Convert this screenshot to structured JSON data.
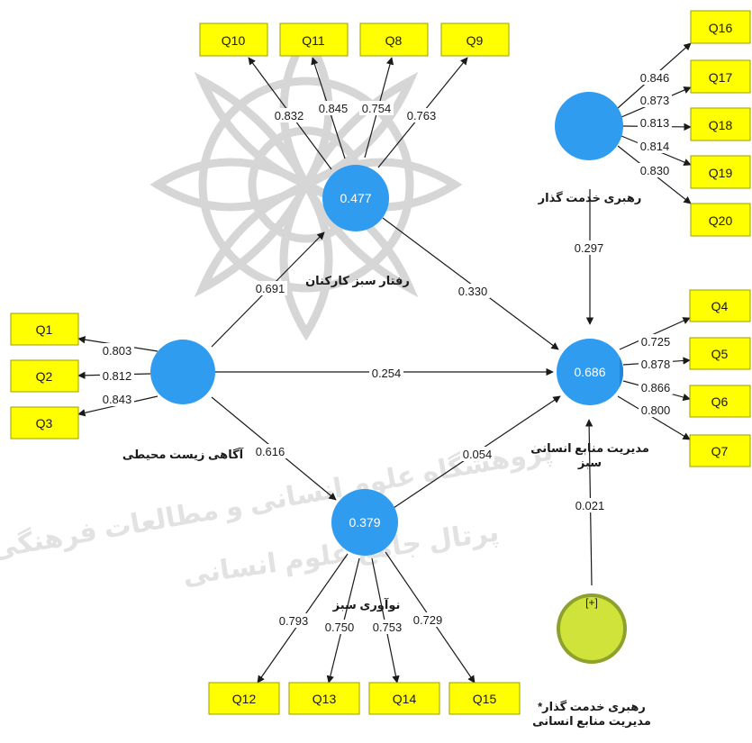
{
  "latent_variables": [
    {
      "id": "env",
      "label": "آگاهی زیست محیطی",
      "r2": ""
    },
    {
      "id": "beh",
      "label": "رفتار سبز کارکنان",
      "r2": "0.477"
    },
    {
      "id": "inn",
      "label": "نوآوری سبز",
      "r2": "0.379"
    },
    {
      "id": "ghrm",
      "label": "مدیریت منابع انسانی سبز",
      "r2": "0.686"
    },
    {
      "id": "slead",
      "label": "رهبری خدمت گذار",
      "r2": ""
    },
    {
      "id": "mod",
      "label": "رهبری خدمت گذار* مدیریت منابع انسانی",
      "r2": "",
      "badge": "[+]"
    }
  ],
  "indicators": [
    "Q1",
    "Q2",
    "Q3",
    "Q4",
    "Q5",
    "Q6",
    "Q7",
    "Q8",
    "Q9",
    "Q10",
    "Q11",
    "Q12",
    "Q13",
    "Q14",
    "Q15",
    "Q16",
    "Q17",
    "Q18",
    "Q19",
    "Q20"
  ],
  "paths": [
    {
      "from": "env",
      "to": "beh",
      "coef": "0.691"
    },
    {
      "from": "env",
      "to": "ghrm",
      "coef": "0.254"
    },
    {
      "from": "env",
      "to": "inn",
      "coef": "0.616"
    },
    {
      "from": "beh",
      "to": "ghrm",
      "coef": "0.330"
    },
    {
      "from": "inn",
      "to": "ghrm",
      "coef": "0.054"
    },
    {
      "from": "slead",
      "to": "ghrm",
      "coef": "0.297"
    },
    {
      "from": "mod",
      "to": "ghrm",
      "coef": "0.021"
    }
  ],
  "loadings": [
    {
      "lv": "env",
      "ind": "Q1",
      "value": "0.803"
    },
    {
      "lv": "env",
      "ind": "Q2",
      "value": "0.812"
    },
    {
      "lv": "env",
      "ind": "Q3",
      "value": "0.843"
    },
    {
      "lv": "beh",
      "ind": "Q10",
      "value": "0.832"
    },
    {
      "lv": "beh",
      "ind": "Q11",
      "value": "0.845"
    },
    {
      "lv": "beh",
      "ind": "Q8",
      "value": "0.754"
    },
    {
      "lv": "beh",
      "ind": "Q9",
      "value": "0.763"
    },
    {
      "lv": "slead",
      "ind": "Q16",
      "value": "0.846"
    },
    {
      "lv": "slead",
      "ind": "Q17",
      "value": "0.873"
    },
    {
      "lv": "slead",
      "ind": "Q18",
      "value": "0.813"
    },
    {
      "lv": "slead",
      "ind": "Q19",
      "value": "0.814"
    },
    {
      "lv": "slead",
      "ind": "Q20",
      "value": "0.830"
    },
    {
      "lv": "ghrm",
      "ind": "Q4",
      "value": "0.725"
    },
    {
      "lv": "ghrm",
      "ind": "Q5",
      "value": "0.878"
    },
    {
      "lv": "ghrm",
      "ind": "Q6",
      "value": "0.866"
    },
    {
      "lv": "ghrm",
      "ind": "Q7",
      "value": "0.800"
    },
    {
      "lv": "inn",
      "ind": "Q12",
      "value": "0.793"
    },
    {
      "lv": "inn",
      "ind": "Q13",
      "value": "0.750"
    },
    {
      "lv": "inn",
      "ind": "Q14",
      "value": "0.753"
    },
    {
      "lv": "inn",
      "ind": "Q15",
      "value": "0.729"
    }
  ],
  "watermark": {
    "line1": "پژوهشگاه علوم انسانی و مطالعات فرهنگی",
    "line2": "پرتال جامع علوم انسانی"
  },
  "colors": {
    "latent": "#2f9cf0",
    "latent_dark": "#1f86db",
    "moderator": "#cfe33a",
    "moderator_border": "#8ea12c",
    "indicator": "#ffff00",
    "edge": "#1a1a1a"
  }
}
